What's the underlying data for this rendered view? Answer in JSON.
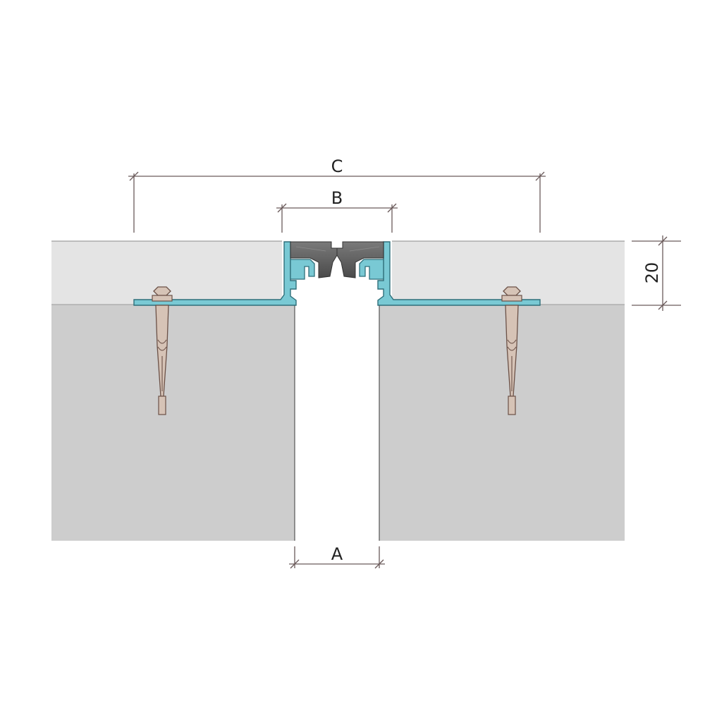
{
  "dimensions": {
    "a": {
      "label": "A"
    },
    "b": {
      "label": "B"
    },
    "c": {
      "label": "C"
    },
    "height": {
      "label": "20"
    }
  },
  "colors": {
    "background": "#ffffff",
    "screed": "#e4e4e4",
    "slab": "#cdcdcd",
    "aluminium_profile": "#79c9d4",
    "aluminium_outline": "#2f6f7a",
    "rubber_insert": "#5e5e5e",
    "anchor": "#d6c3b6",
    "anchor_outline": "#6b5147",
    "dimension_line": "#6a5a5a"
  },
  "icons": {
    "left_anchor": "expansion-anchor-bolt-icon",
    "right_anchor": "expansion-anchor-bolt-icon"
  }
}
